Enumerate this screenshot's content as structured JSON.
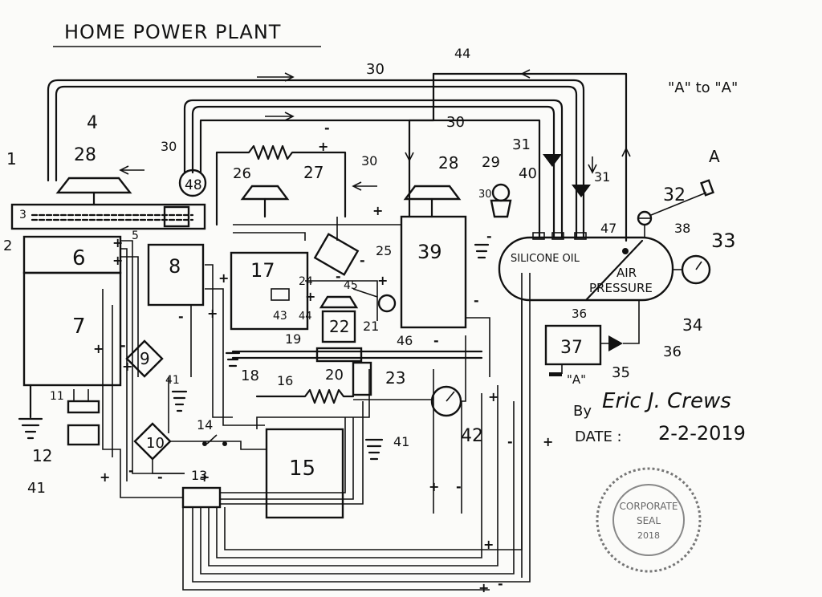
{
  "title": "HOME POWER PLANT",
  "reference_note": "\"A\" to \"A\"",
  "terminal_a": "A",
  "terminal_a_bottom": "\"A\"",
  "tank_labels": {
    "silicone": "SILICONE OIL",
    "air": "AIR",
    "pressure": "PRESSURE"
  },
  "signature": {
    "by": "By",
    "name": "Eric J. Crews",
    "date_label": "DATE :",
    "date": "2-2-2019"
  },
  "seal": {
    "top": "CORPORATE",
    "mid": "SEAL",
    "bottom": "2018"
  },
  "components": [
    {
      "id": "c6",
      "label": "6"
    },
    {
      "id": "c7",
      "label": "7"
    },
    {
      "id": "c8",
      "label": "8"
    },
    {
      "id": "c9",
      "label": "9"
    },
    {
      "id": "c10",
      "label": "10"
    },
    {
      "id": "c13",
      "label": "13"
    },
    {
      "id": "c15",
      "label": "15"
    },
    {
      "id": "c17",
      "label": "17"
    },
    {
      "id": "c22",
      "label": "22"
    },
    {
      "id": "c37",
      "label": "37"
    },
    {
      "id": "c39",
      "label": "39"
    }
  ],
  "callouts": [
    {
      "id": "n1",
      "label": "1"
    },
    {
      "id": "n2",
      "label": "2"
    },
    {
      "id": "n3",
      "label": "3"
    },
    {
      "id": "n4",
      "label": "4"
    },
    {
      "id": "n5",
      "label": "5"
    },
    {
      "id": "n11",
      "label": "11"
    },
    {
      "id": "n12",
      "label": "12"
    },
    {
      "id": "n14",
      "label": "14"
    },
    {
      "id": "n16",
      "label": "16"
    },
    {
      "id": "n18",
      "label": "18"
    },
    {
      "id": "n19",
      "label": "19"
    },
    {
      "id": "n20",
      "label": "20"
    },
    {
      "id": "n21",
      "label": "21"
    },
    {
      "id": "n23",
      "label": "23"
    },
    {
      "id": "n24",
      "label": "24"
    },
    {
      "id": "n25",
      "label": "25"
    },
    {
      "id": "n26",
      "label": "26"
    },
    {
      "id": "n27",
      "label": "27"
    },
    {
      "id": "n28a",
      "label": "28"
    },
    {
      "id": "n28b",
      "label": "28"
    },
    {
      "id": "n29",
      "label": "29"
    },
    {
      "id": "n30a",
      "label": "30"
    },
    {
      "id": "n30b",
      "label": "30"
    },
    {
      "id": "n30c",
      "label": "30"
    },
    {
      "id": "n30d",
      "label": "30"
    },
    {
      "id": "n30e",
      "label": "30"
    },
    {
      "id": "n31a",
      "label": "31"
    },
    {
      "id": "n31b",
      "label": "31"
    },
    {
      "id": "n32",
      "label": "32"
    },
    {
      "id": "n33",
      "label": "33"
    },
    {
      "id": "n34",
      "label": "34"
    },
    {
      "id": "n35",
      "label": "35"
    },
    {
      "id": "n36a",
      "label": "36"
    },
    {
      "id": "n36b",
      "label": "36"
    },
    {
      "id": "n38",
      "label": "38"
    },
    {
      "id": "n40",
      "label": "40"
    },
    {
      "id": "n41a",
      "label": "41"
    },
    {
      "id": "n41b",
      "label": "41"
    },
    {
      "id": "n41c",
      "label": "41"
    },
    {
      "id": "n42",
      "label": "42"
    },
    {
      "id": "n43",
      "label": "43"
    },
    {
      "id": "n44a",
      "label": "44"
    },
    {
      "id": "n44b",
      "label": "44"
    },
    {
      "id": "n45",
      "label": "45"
    },
    {
      "id": "n46",
      "label": "46"
    },
    {
      "id": "n47",
      "label": "47"
    },
    {
      "id": "n48",
      "label": "48"
    }
  ],
  "polarity_plus": "+",
  "polarity_minus": "-"
}
